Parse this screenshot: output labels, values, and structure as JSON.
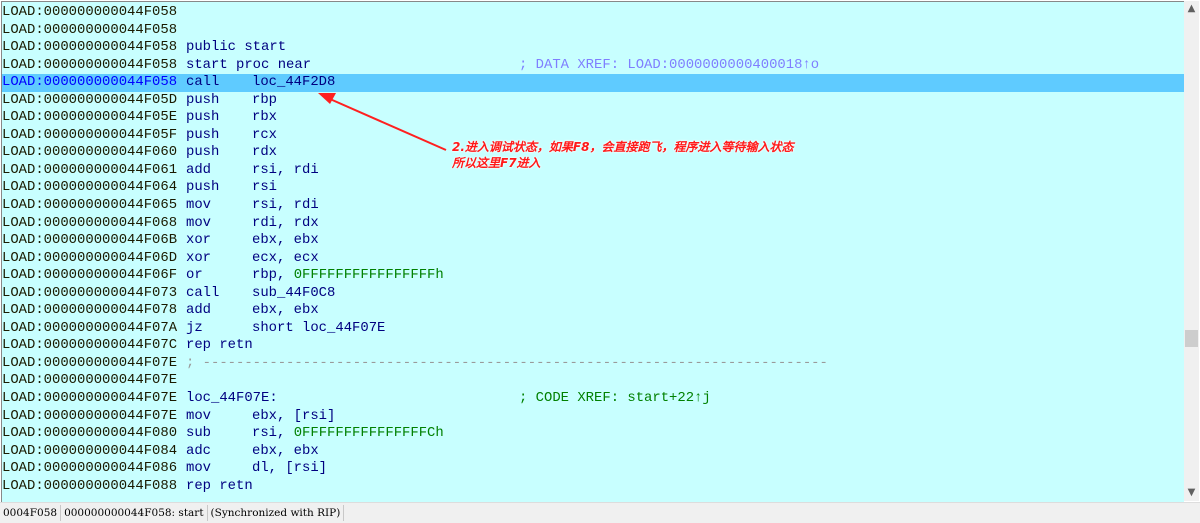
{
  "rows": [
    {
      "addr": "LOAD:000000000044F058"
    },
    {
      "addr": "LOAD:000000000044F058"
    },
    {
      "addr": "LOAD:000000000044F058",
      "mn": "public start"
    },
    {
      "addr": "LOAD:000000000044F058",
      "mn": "start proc near",
      "comment": "; DATA XREF: LOAD:0000000000400018↑o",
      "ctype": "data"
    },
    {
      "addr": "LOAD:000000000044F058",
      "mn": "call",
      "op": "loc_44F2D8",
      "selected": true
    },
    {
      "addr": "LOAD:000000000044F05D",
      "mn": "push",
      "op": "rbp"
    },
    {
      "addr": "LOAD:000000000044F05E",
      "mn": "push",
      "op": "rbx"
    },
    {
      "addr": "LOAD:000000000044F05F",
      "mn": "push",
      "op": "rcx"
    },
    {
      "addr": "LOAD:000000000044F060",
      "mn": "push",
      "op": "rdx"
    },
    {
      "addr": "LOAD:000000000044F061",
      "mn": "add",
      "op": "rsi, rdi"
    },
    {
      "addr": "LOAD:000000000044F064",
      "mn": "push",
      "op": "rsi"
    },
    {
      "addr": "LOAD:000000000044F065",
      "mn": "mov",
      "op": "rsi, rdi"
    },
    {
      "addr": "LOAD:000000000044F068",
      "mn": "mov",
      "op": "rdi, rdx"
    },
    {
      "addr": "LOAD:000000000044F06B",
      "mn": "xor",
      "op": "ebx, ebx"
    },
    {
      "addr": "LOAD:000000000044F06D",
      "mn": "xor",
      "op": "ecx, ecx"
    },
    {
      "addr": "LOAD:000000000044F06F",
      "mn": "or",
      "op": "rbp, ",
      "num": "0FFFFFFFFFFFFFFFFh"
    },
    {
      "addr": "LOAD:000000000044F073",
      "mn": "call",
      "op": "sub_44F0C8"
    },
    {
      "addr": "LOAD:000000000044F078",
      "mn": "add",
      "op": "ebx, ebx"
    },
    {
      "addr": "LOAD:000000000044F07A",
      "mn": "jz",
      "op": "short loc_44F07E"
    },
    {
      "addr": "LOAD:000000000044F07C",
      "mn": "rep retn"
    },
    {
      "addr": "LOAD:000000000044F07E",
      "sep": "; ---------------------------------------------------------------------------"
    },
    {
      "addr": "LOAD:000000000044F07E"
    },
    {
      "addr": "LOAD:000000000044F07E",
      "mn": "loc_44F07E:",
      "comment": "; CODE XREF: start+22↑j",
      "ctype": "code"
    },
    {
      "addr": "LOAD:000000000044F07E",
      "mn": "mov",
      "op": "ebx, [rsi]"
    },
    {
      "addr": "LOAD:000000000044F080",
      "mn": "sub",
      "op": "rsi, ",
      "num": "0FFFFFFFFFFFFFFFCh"
    },
    {
      "addr": "LOAD:000000000044F084",
      "mn": "adc",
      "op": "ebx, ebx"
    },
    {
      "addr": "LOAD:000000000044F086",
      "mn": "mov",
      "op": "dl, [rsi]"
    },
    {
      "addr": "LOAD:000000000044F088",
      "mn": "rep retn"
    }
  ],
  "annotation": {
    "line1": "2.进入调试状态，如果F8，会直接跑飞，程序进入等待输入状态",
    "line2": "所以这里F7进入"
  },
  "status": {
    "offset": "0004F058",
    "location": "000000000044F058: start",
    "sync": "(Synchronized with RIP)"
  },
  "scrollbar": {
    "up": "▲",
    "down": "▼",
    "position_fraction": 0.66
  },
  "colors": {
    "background": "#c8ffff",
    "selected": "#5fcbff",
    "annotation": "#ff1a1a"
  }
}
